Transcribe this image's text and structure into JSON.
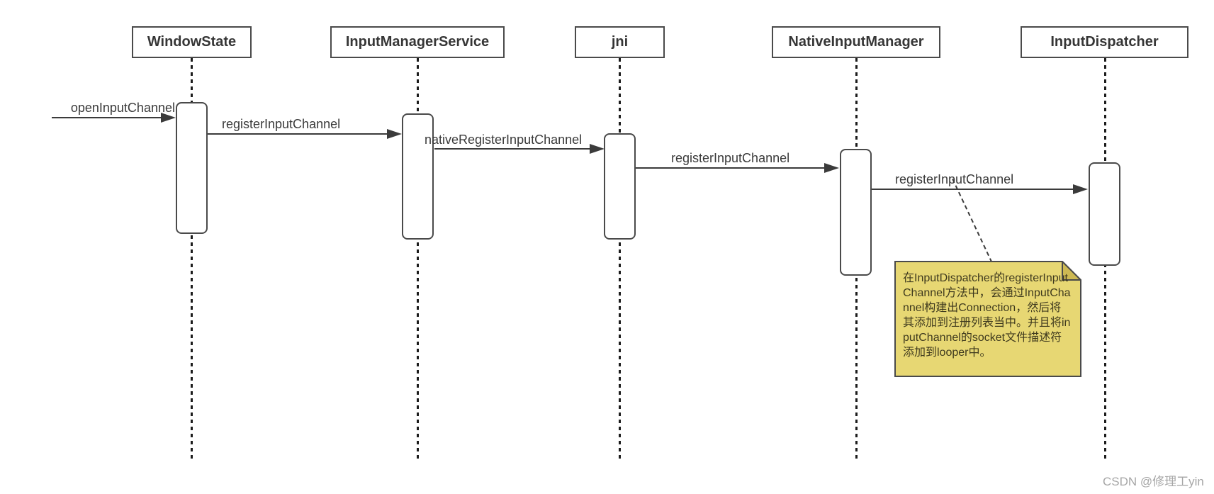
{
  "diagram": {
    "type": "sequence",
    "participants": [
      {
        "name": "WindowState"
      },
      {
        "name": "InputManagerService"
      },
      {
        "name": "jni"
      },
      {
        "name": "NativeInputManager"
      },
      {
        "name": "InputDispatcher"
      }
    ],
    "messages": [
      {
        "label": "openInputChannel",
        "from": "(external)",
        "to": "WindowState"
      },
      {
        "label": "registerInputChannel",
        "from": "WindowState",
        "to": "InputManagerService"
      },
      {
        "label": "nativeRegisterInputChannel",
        "from": "InputManagerService",
        "to": "jni"
      },
      {
        "label": "registerInputChannel",
        "from": "jni",
        "to": "NativeInputManager"
      },
      {
        "label": "registerInputChannel",
        "from": "NativeInputManager",
        "to": "InputDispatcher"
      }
    ],
    "note": {
      "text": "在InputDispatcher的registerInputChannel方法中，会通过InputChannel构建出Connection，然后将其添加到注册列表当中。并且将inputChannel的socket文件描述符添加到looper中。",
      "attached_to": "registerInputChannel → InputDispatcher"
    },
    "colors": {
      "note_bg": "#e7d773",
      "note_fold": "#cdb953",
      "note_border": "#4a4a4a",
      "line": "#3b3b3b",
      "watermark": "#a6a6a6"
    }
  },
  "watermark": {
    "text": "CSDN @修理工yin"
  }
}
